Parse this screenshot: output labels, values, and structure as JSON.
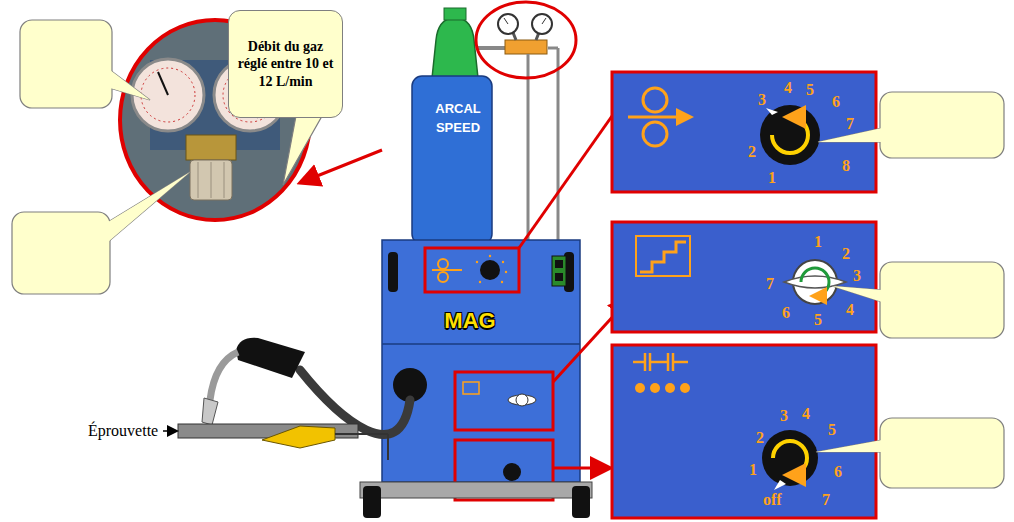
{
  "diagram": {
    "nodes": [
      {
        "text": [
          "Débit du gaz réglé entre 10 et 12 L/min"
        ]
      },
      {
        "text": [
          "ARCAL SPEED"
        ]
      },
      {
        "text": [
          "MAG"
        ]
      }
    ],
    "labels": [
      "Éprouvette",
      "1",
      "2",
      "3",
      "4",
      "5",
      "6",
      "7",
      "8",
      "1",
      "2",
      "3",
      "4",
      "5",
      "6",
      "7",
      "off",
      "1",
      "2",
      "3",
      "4",
      "5",
      "6",
      "7"
    ]
  }
}
